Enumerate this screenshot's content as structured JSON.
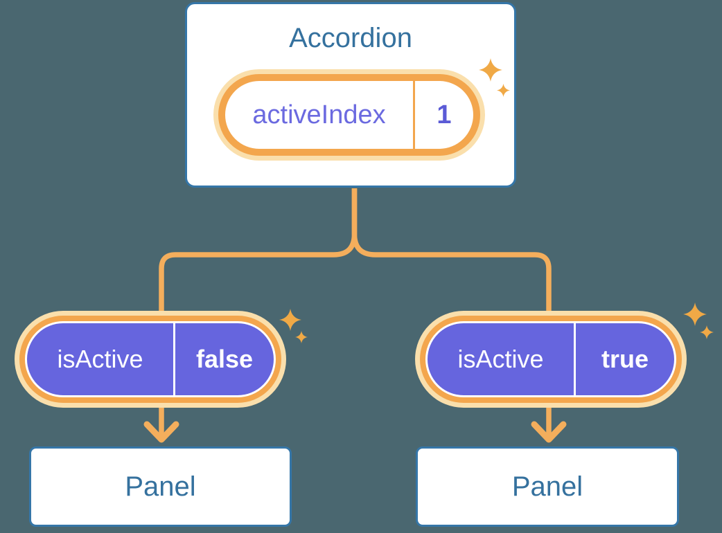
{
  "canvas": {
    "background": "#4A6770"
  },
  "accordion": {
    "title": "Accordion",
    "state_pill": {
      "label": "activeIndex",
      "value": "1"
    }
  },
  "branches": [
    {
      "prop_pill": {
        "label": "isActive",
        "value": "false"
      },
      "panel_title": "Panel"
    },
    {
      "prop_pill": {
        "label": "isActive",
        "value": "true"
      },
      "panel_title": "Panel"
    }
  ],
  "icons": {
    "sparkle": "sparkle-icon (4-point star decoration)"
  },
  "colors": {
    "background": "#4A6770",
    "card_border_blue": "#3576A8",
    "heading_blue": "#35719E",
    "pill_purple": "#6665DE",
    "state_text_purple": "#6B6AE0",
    "state_value_purple": "#5B5BD6",
    "orange_ring": "#F3A64D",
    "orange_ring_light": "#FADFAC",
    "connector_orange": "#F4AE5C",
    "sparkle_orange": "#F0A946",
    "white": "#FFFFFF"
  }
}
